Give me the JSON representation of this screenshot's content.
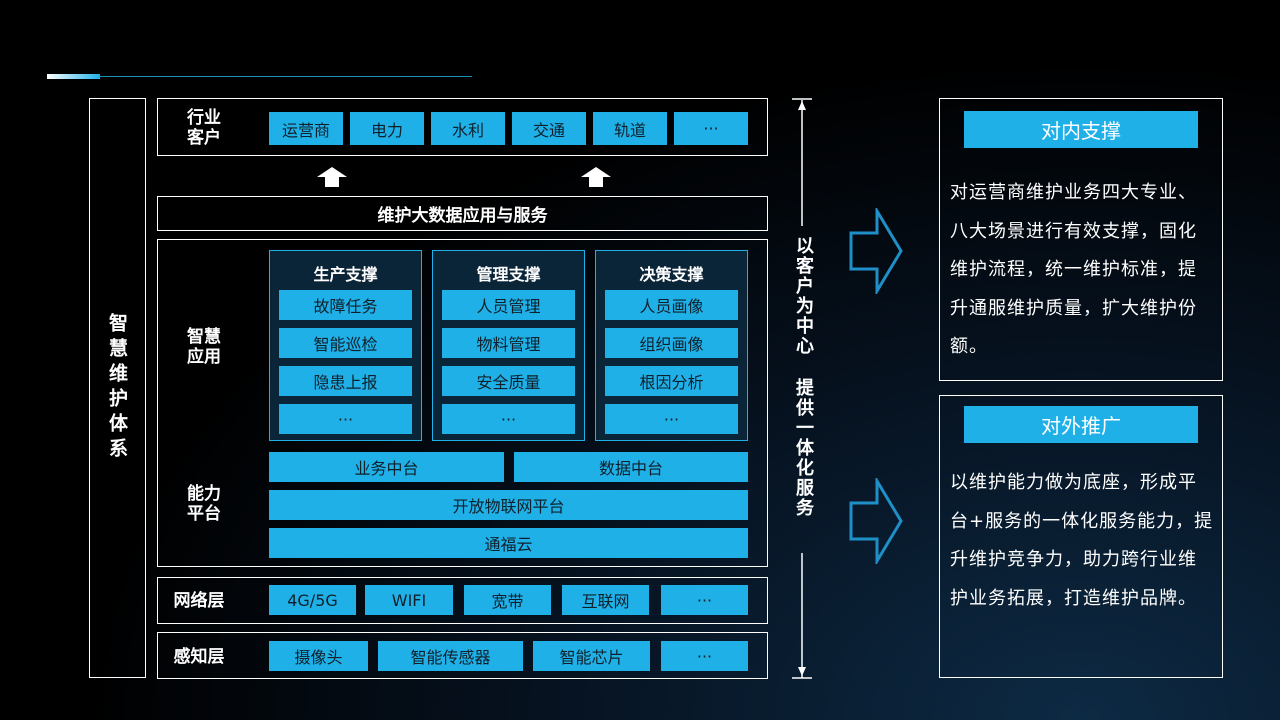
{
  "left_title": "智慧维护体系",
  "industry": {
    "label": "行业客户",
    "items": [
      "运营商",
      "电力",
      "水利",
      "交通",
      "轨道",
      "···"
    ]
  },
  "bigdata_bar": "维护大数据应用与服务",
  "smart_app": {
    "label": "智慧应用",
    "columns": [
      {
        "title": "生产支撑",
        "items": [
          "故障任务",
          "智能巡检",
          "隐患上报",
          "···"
        ]
      },
      {
        "title": "管理支撑",
        "items": [
          "人员管理",
          "物料管理",
          "安全质量",
          "···"
        ]
      },
      {
        "title": "决策支撑",
        "items": [
          "人员画像",
          "组织画像",
          "根因分析",
          "···"
        ]
      }
    ]
  },
  "platform": {
    "label": "能力平台",
    "business": "业务中台",
    "data": "数据中台",
    "iot": "开放物联网平台",
    "cloud": "通福云"
  },
  "network": {
    "label": "网络层",
    "items": [
      "4G/5G",
      "WIFI",
      "宽带",
      "互联网",
      "···"
    ]
  },
  "sensing": {
    "label": "感知层",
    "items": [
      "摄像头",
      "智能传感器",
      "智能芯片",
      "···"
    ]
  },
  "center_slogan": {
    "part1": "以客户为中心",
    "part2": "提供一体化服务"
  },
  "internal": {
    "title": "对内支撑",
    "text": "对运营商维护业务四大专业、八大场景进行有效支撑，固化维护流程，统一维护标准，提升通服维护质量，扩大维护份额。"
  },
  "external": {
    "title": "对外推广",
    "text": "以维护能力做为底座，形成平台+服务的一体化服务能力，提升维护竞争力，助力跨行业维护业务拓展，打造维护品牌。"
  }
}
